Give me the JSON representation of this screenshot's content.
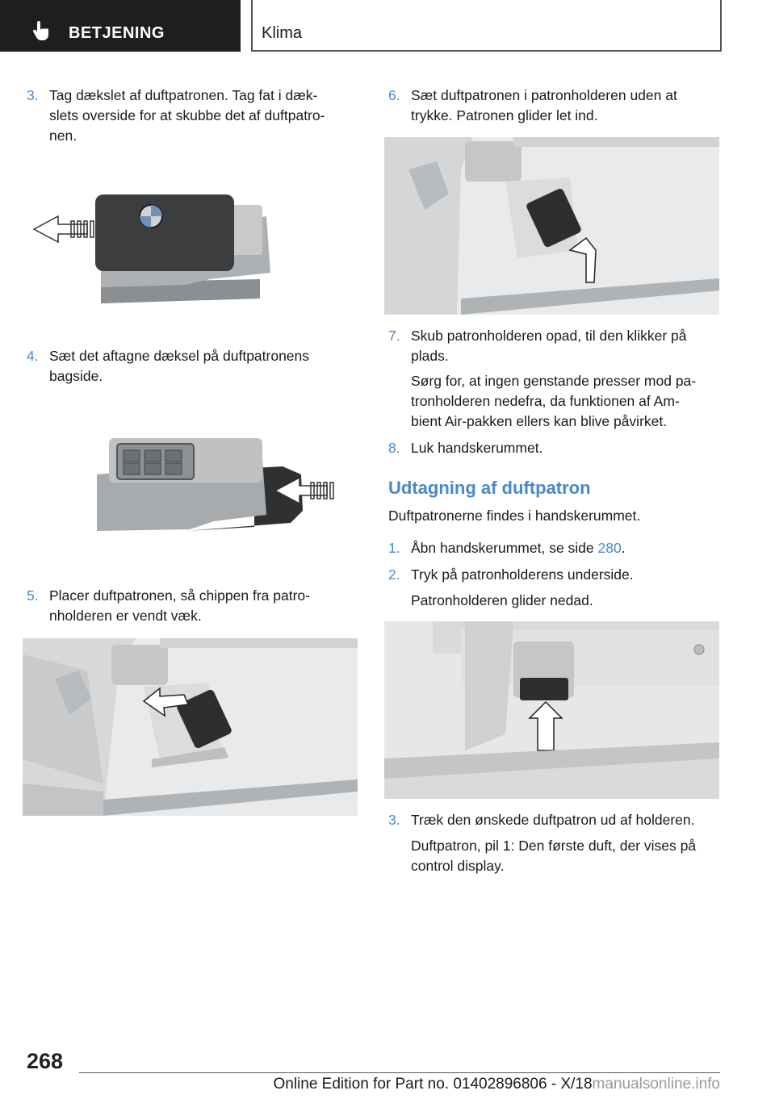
{
  "header": {
    "section": "BETJENING",
    "chapter": "Klima"
  },
  "left_column": {
    "step3": {
      "num": "3.",
      "lines": [
        "Tag dækslet af duftpatronen. Tag fat i dæk-",
        "slets overside for at skubbe det af duftpatro-",
        "nen."
      ]
    },
    "step4": {
      "num": "4.",
      "lines": [
        "Sæt det aftagne dæksel på duftpatronens",
        "bagside."
      ]
    },
    "step5": {
      "num": "5.",
      "lines": [
        "Placer duftpatronen, så chippen fra patro-",
        "nholderen er vendt væk."
      ]
    }
  },
  "right_column": {
    "step6": {
      "num": "6.",
      "lines": [
        "Sæt duftpatronen i patronholderen uden at",
        "trykke. Patronen glider let ind."
      ]
    },
    "step7": {
      "num": "7.",
      "lines": [
        "Skub patronholderen opad, til den klikker på",
        "plads."
      ]
    },
    "step7_note": [
      "Sørg for, at ingen genstande presser mod pa-",
      "tronholderen nedefra, da funktionen af Am-",
      "bient Air-pakken ellers kan blive påvirket."
    ],
    "step8": {
      "num": "8.",
      "text": "Luk handskerummet."
    },
    "heading": "Udtagning af duftpatron",
    "intro": "Duftpatronerne findes i handskerummet.",
    "r_step1": {
      "num": "1.",
      "before": "Åbn handskerummet, se side ",
      "page_link": "280",
      "after": "."
    },
    "r_step2": {
      "num": "2.",
      "text": "Tryk på patronholderens underside."
    },
    "r_step2_note": "Patronholderen glider nedad.",
    "r_step3": {
      "num": "3.",
      "text": "Træk den ønskede duftpatron ud af holderen."
    },
    "r_step3_note": [
      "Duftpatron, pil 1: Den første duft, der vises på",
      "control display."
    ]
  },
  "footer": {
    "page_number": "268",
    "edition": "Online Edition for Part no. 01402896806 - X/18",
    "watermark": "manualsonline.info"
  }
}
